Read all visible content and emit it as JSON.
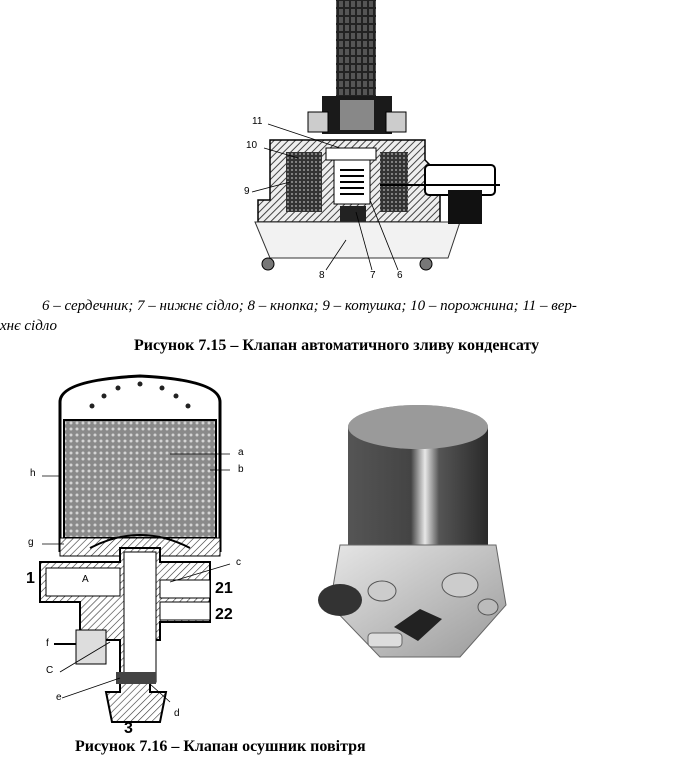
{
  "figure_7_15": {
    "callouts": {
      "n11": "11",
      "n10": "10",
      "n9": "9",
      "n8": "8",
      "n7": "7",
      "n6": "6"
    },
    "legend_line1": "6 – сердечник; 7 – нижнє сідло; 8 – кнопка; 9 – котушка; 10 – порожнина; 11 – вер-",
    "legend_line2": "хнє сідло",
    "caption": "Рисунок 7.15 – Клапан автоматичного зливу конденсату"
  },
  "figure_7_16": {
    "callouts": {
      "a": "a",
      "b": "b",
      "h": "h",
      "g": "g",
      "c": "c",
      "f": "f",
      "C": "C",
      "e": "e",
      "d": "d",
      "A": "A"
    },
    "ports": {
      "p1": "1",
      "p21": "21",
      "p22": "22",
      "p3": "3"
    },
    "caption": "Рисунок 7.16 – Клапан осушник повітря"
  }
}
